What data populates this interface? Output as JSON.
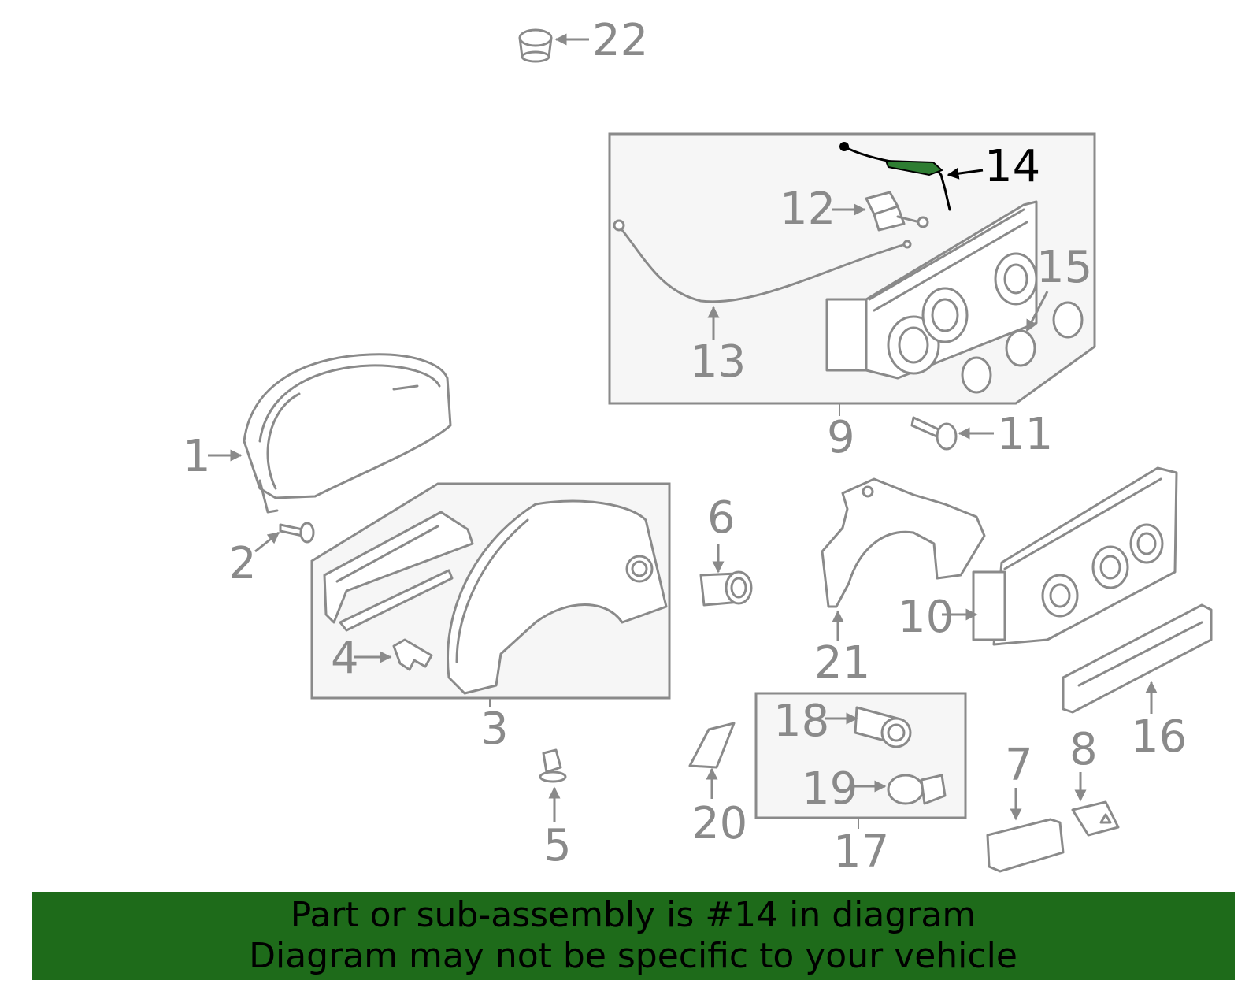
{
  "diagram": {
    "callouts": [
      {
        "id": "1",
        "label": "1"
      },
      {
        "id": "2",
        "label": "2"
      },
      {
        "id": "3",
        "label": "3"
      },
      {
        "id": "4",
        "label": "4"
      },
      {
        "id": "5",
        "label": "5"
      },
      {
        "id": "6",
        "label": "6"
      },
      {
        "id": "7",
        "label": "7"
      },
      {
        "id": "8",
        "label": "8"
      },
      {
        "id": "9",
        "label": "9"
      },
      {
        "id": "10",
        "label": "10"
      },
      {
        "id": "11",
        "label": "11"
      },
      {
        "id": "12",
        "label": "12"
      },
      {
        "id": "13",
        "label": "13"
      },
      {
        "id": "14",
        "label": "14"
      },
      {
        "id": "15",
        "label": "15"
      },
      {
        "id": "16",
        "label": "16"
      },
      {
        "id": "17",
        "label": "17"
      },
      {
        "id": "18",
        "label": "18"
      },
      {
        "id": "19",
        "label": "19"
      },
      {
        "id": "20",
        "label": "20"
      },
      {
        "id": "21",
        "label": "21"
      },
      {
        "id": "22",
        "label": "22"
      }
    ],
    "highlighted_callout": "14"
  },
  "banner": {
    "line1": "Part or sub-assembly is #14 in diagram",
    "line2": "Diagram may not be specific to your vehicle",
    "background_color": "#1e6b1a"
  },
  "colors": {
    "line_art": "#8a8a8a",
    "highlight_part": "#2e7d32",
    "box_fill": "#f6f6f6"
  }
}
